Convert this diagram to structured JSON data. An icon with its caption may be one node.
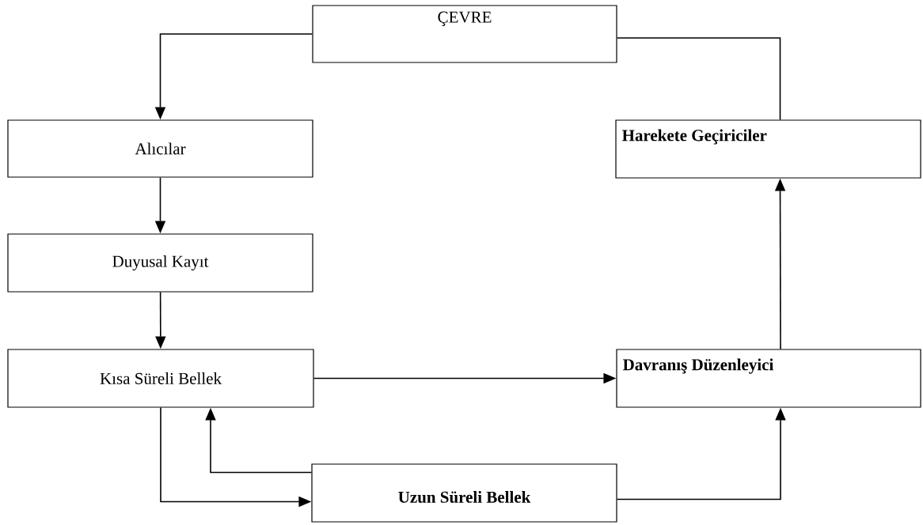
{
  "diagram": {
    "nodes": [
      {
        "text": [
          "ÇEVRE"
        ]
      },
      {
        "text": [
          "Alıcılar"
        ]
      },
      {
        "text": [
          "Harekete Geçiriciler"
        ]
      },
      {
        "text": [
          "Duyusal Kayıt"
        ]
      },
      {
        "text": [
          "Kısa Süreli Bellek"
        ]
      },
      {
        "text": [
          "Davranış Düzenleyici"
        ]
      },
      {
        "text": [
          "Uzun Süreli Bellek"
        ]
      }
    ],
    "edges": [
      {
        "from": 2,
        "to": 0,
        "arrow": "none"
      },
      {
        "from": 0,
        "to": 1,
        "arrow": "to"
      },
      {
        "from": 1,
        "to": 3,
        "arrow": "to"
      },
      {
        "from": 3,
        "to": 4,
        "arrow": "to"
      },
      {
        "from": 4,
        "to": 5,
        "arrow": "to"
      },
      {
        "from": 4,
        "to": 6,
        "arrow": "to"
      },
      {
        "from": 6,
        "to": 4,
        "arrow": "to"
      },
      {
        "from": 6,
        "to": 5,
        "arrow": "to"
      },
      {
        "from": 5,
        "to": 2,
        "arrow": "to"
      }
    ]
  }
}
